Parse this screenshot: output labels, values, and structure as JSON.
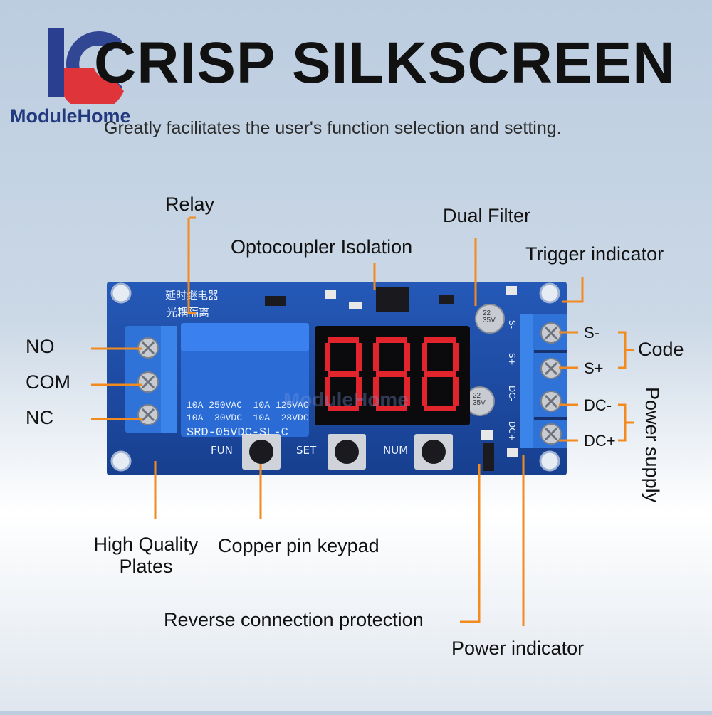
{
  "header": {
    "brand_text": "ModuleHome",
    "title": "CRISP SILKSCREEN",
    "subtitle": "Greatly facilitates the user's function selection and setting."
  },
  "callouts": {
    "relay": "Relay",
    "optocoupler": "Optocoupler Isolation",
    "dual_filter": "Dual Filter",
    "trigger_indicator": "Trigger indicator",
    "no": "NO",
    "com": "COM",
    "nc": "NC",
    "s_minus": "S-",
    "s_plus": "S+",
    "dc_minus": "DC-",
    "dc_plus": "DC+",
    "code": "Code",
    "power_supply": "Power supply",
    "high_quality_1": "High Quality",
    "high_quality_2": "Plates",
    "keypad": "Copper pin keypad",
    "reverse": "Reverse connection protection",
    "power_indicator": "Power indicator"
  },
  "board": {
    "chinese_1": "延时继电器",
    "chinese_2": "光耦隔离",
    "relay_spec_1": "10A 250VAC  10A 125VAC",
    "relay_spec_2": "10A  30VDC  10A  28VDC",
    "relay_model": "SRD-05VDC-SL-C",
    "btn_fun": "FUN",
    "btn_set": "SET",
    "btn_num": "NUM",
    "pin_s_minus": "S-",
    "pin_s_plus": "S+",
    "pin_dc_minus": "DC-",
    "pin_dc_plus": "DC+",
    "cap_1": "22\n35V",
    "cap_2": "22\n35V",
    "watermark": "ModuleHome"
  },
  "colors": {
    "pcb": "#1f4ea8",
    "terminal": "#2f72d8",
    "callout_line": "#f28a1e",
    "brand_red": "#e0343b",
    "brand_blue": "#2a3f8f"
  }
}
